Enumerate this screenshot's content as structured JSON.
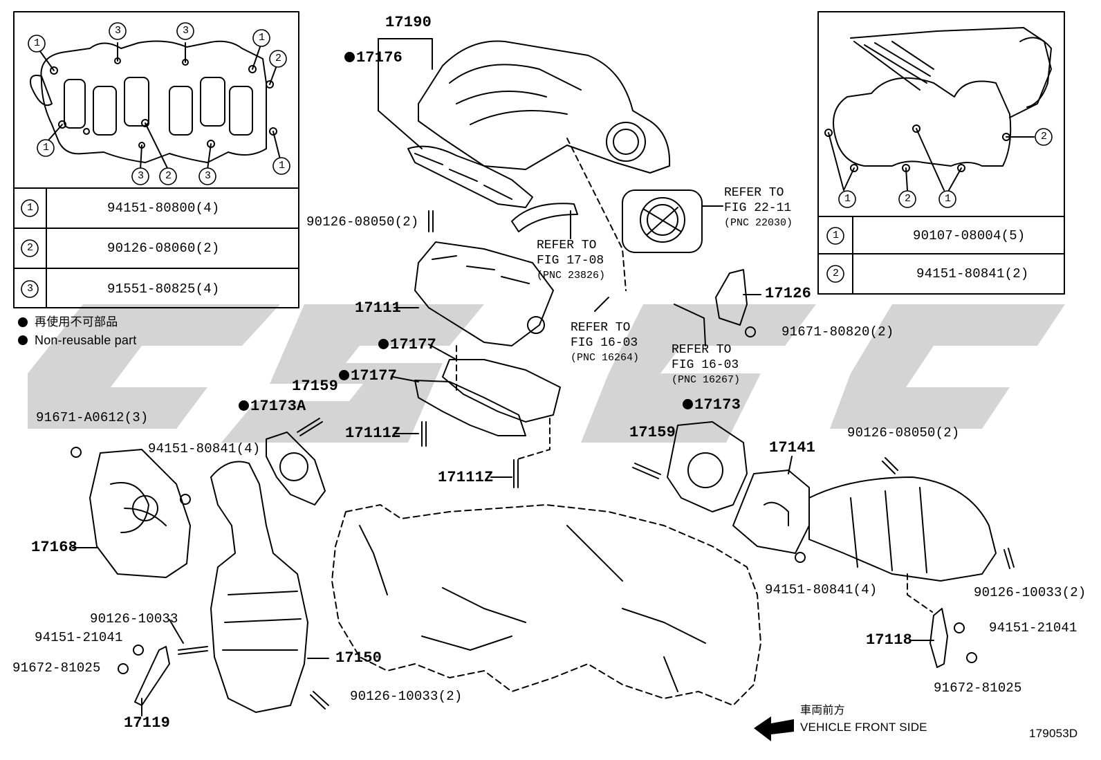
{
  "watermark": "CSSC",
  "figure_id": "179053D",
  "legend": {
    "jp": "再使用不可部品",
    "en": "Non-reusable part"
  },
  "front_side": {
    "jp": "車両前方",
    "en": "VEHICLE FRONT SIDE"
  },
  "left_table": [
    {
      "key": "1",
      "part": "94151-80800(4)"
    },
    {
      "key": "2",
      "part": "90126-08060(2)"
    },
    {
      "key": "3",
      "part": "91551-80825(4)"
    }
  ],
  "right_table": [
    {
      "key": "1",
      "part": "90107-08004(5)"
    },
    {
      "key": "2",
      "part": "94151-80841(2)"
    }
  ],
  "callout_keys": {
    "one": "1",
    "two": "2",
    "three": "3"
  },
  "labels": {
    "p17190": "17190",
    "p17176": "17176",
    "p17111": "17111",
    "p17177a": "17177",
    "p17177b": "17177",
    "p17159a": "17159",
    "p17173A": "17173A",
    "p17111Za": "17111Z",
    "p17111Zb": "17111Z",
    "p17168": "17168",
    "p17150": "17150",
    "p17119": "17119",
    "p17126": "17126",
    "p17173": "17173",
    "p17159b": "17159",
    "p17141": "17141",
    "p17118": "17118",
    "b90126_08050a": "90126-08050(2)",
    "b90126_08050b": "90126-08050(2)",
    "b91671_A0612": "91671-A0612(3)",
    "b94151_80841_4a": "94151-80841(4)",
    "b94151_80841_4b": "94151-80841(4)",
    "b90126_10033a": "90126-10033",
    "b94151_21041a": "94151-21041",
    "b91672_81025a": "91672-81025",
    "b90126_10033_2a": "90126-10033(2)",
    "b91671_80820": "91671-80820(2)",
    "b90126_10033_2b": "90126-10033(2)",
    "b94151_21041b": "94151-21041",
    "b91672_81025b": "91672-81025"
  },
  "refs": [
    {
      "line1": "REFER TO",
      "line2": "FIG 22-11",
      "pnc": "(PNC 22030)"
    },
    {
      "line1": "REFER TO",
      "line2": "FIG 17-08",
      "pnc": "(PNC 23826)"
    },
    {
      "line1": "REFER TO",
      "line2": "FIG 16-03",
      "pnc": "(PNC 16264)"
    },
    {
      "line1": "REFER TO",
      "line2": "FIG 16-03",
      "pnc": "(PNC 16267)"
    }
  ]
}
